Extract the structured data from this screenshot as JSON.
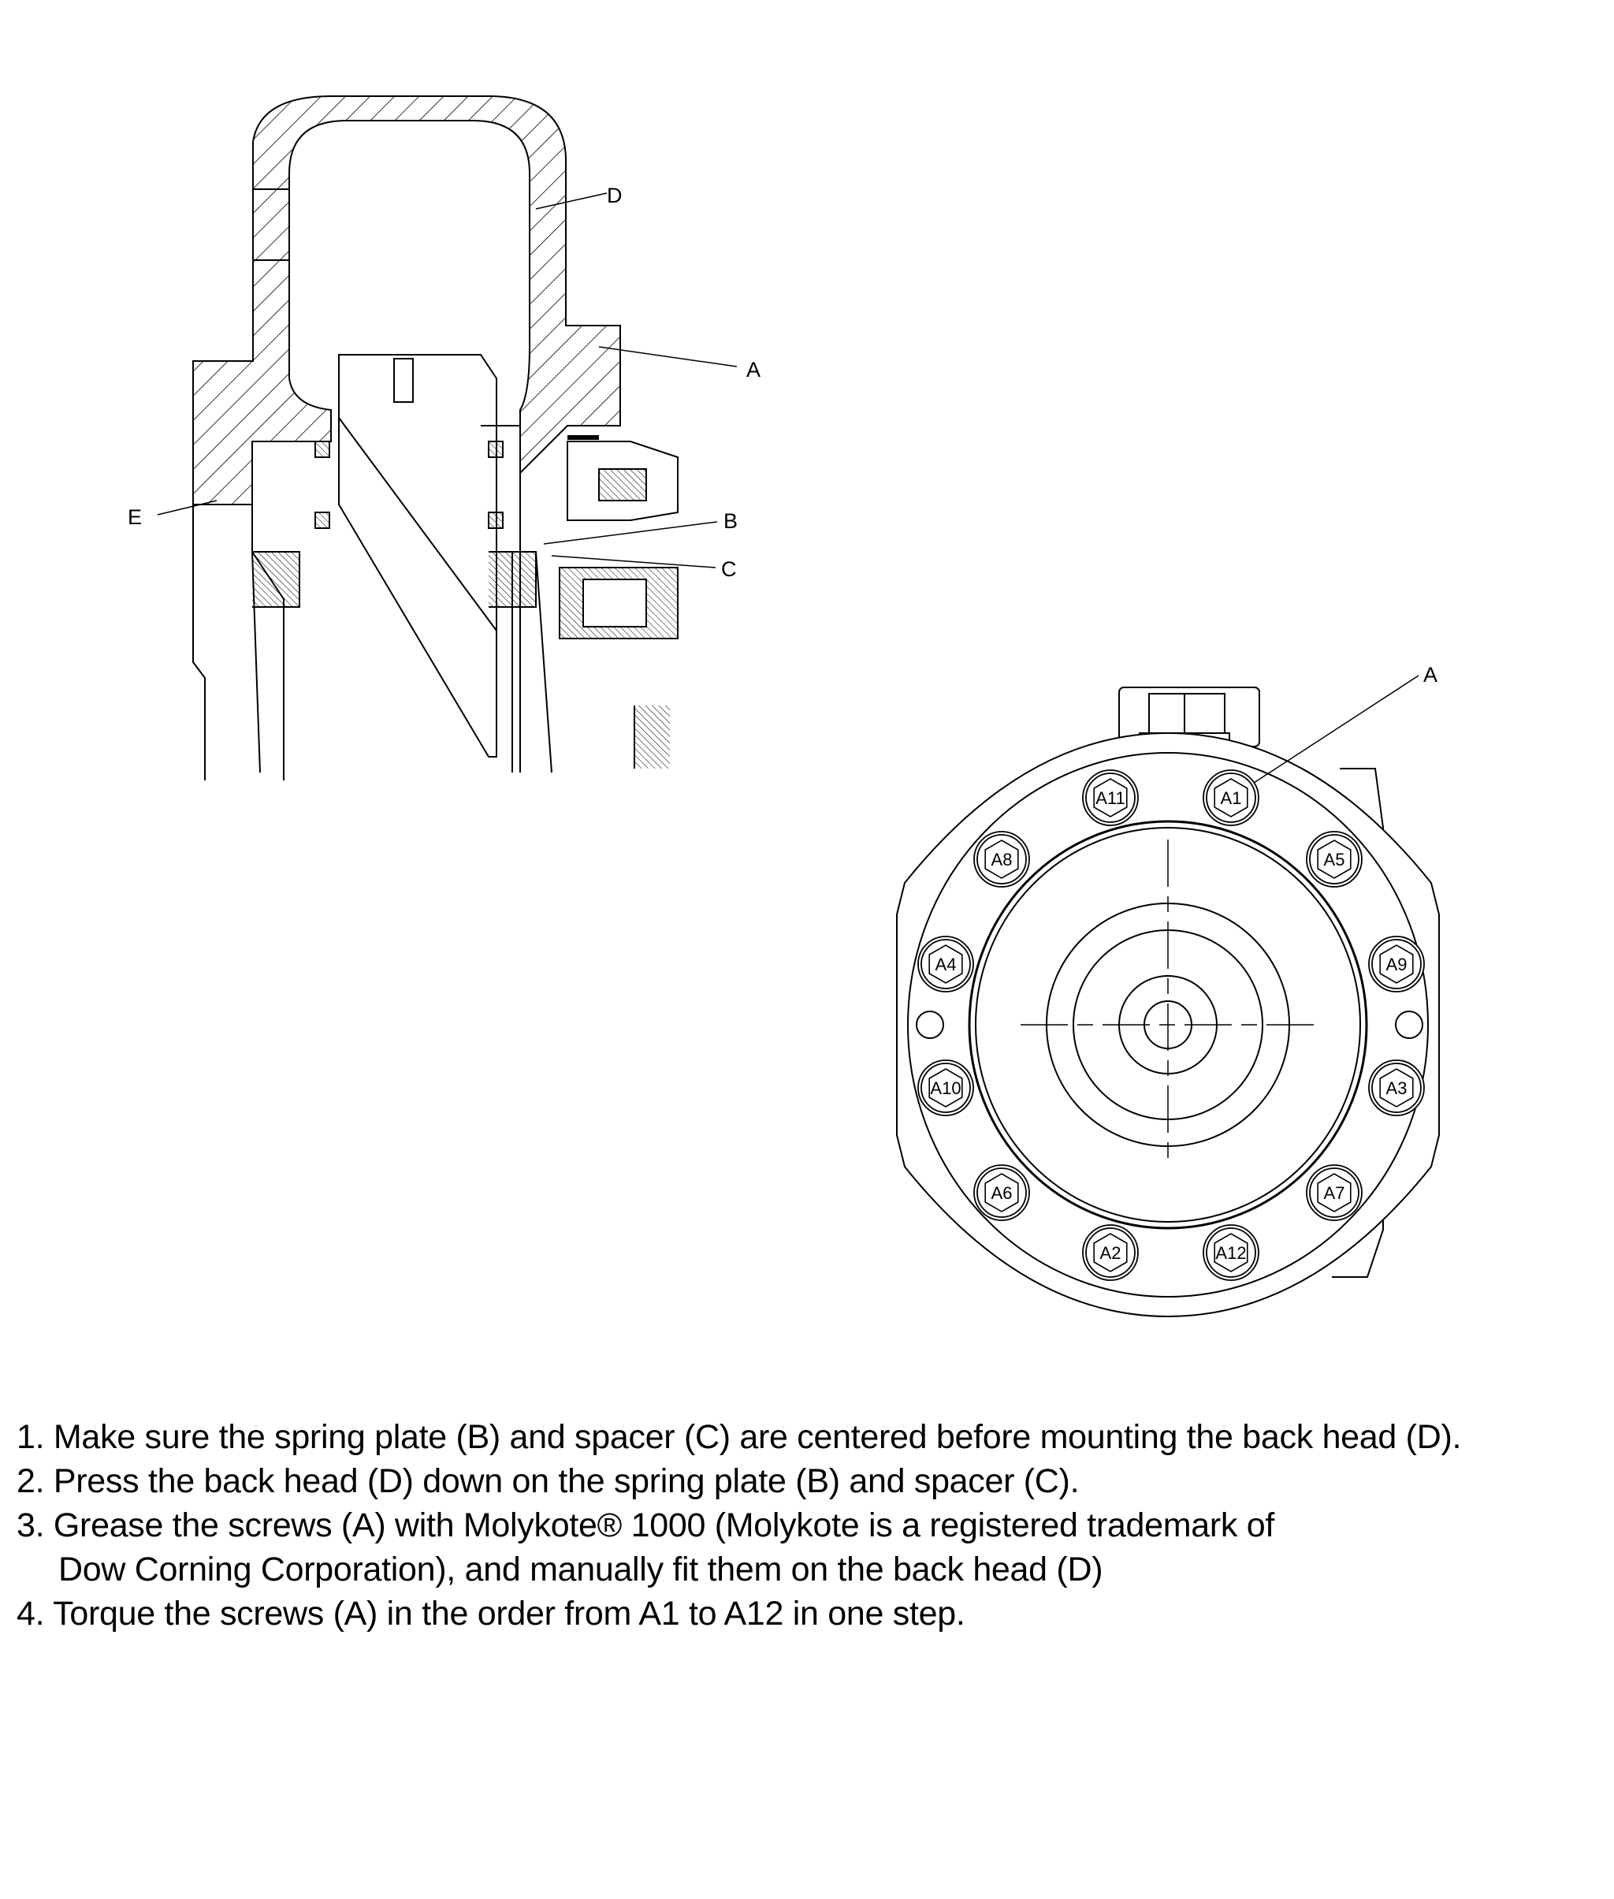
{
  "colors": {
    "line": "#000000",
    "background": "#ffffff"
  },
  "section_view": {
    "callouts": {
      "a": "A",
      "b": "B",
      "c": "C",
      "d": "D",
      "e": "E"
    }
  },
  "front_view": {
    "callout": "A",
    "bolts": [
      "A11",
      "A1",
      "A8",
      "A5",
      "A4",
      "A9",
      "A10",
      "A3",
      "A6",
      "A7",
      "A2",
      "A12"
    ]
  },
  "instructions": [
    "1. Make sure the spring plate (B) and spacer (C) are centered before mounting the back head (D).",
    "2. Press the back head (D) down on the spring plate (B) and spacer (C).",
    "3. Grease the screws (A) with Molykote® 1000 (Molykote is a registered trademark of",
    "Dow Corning Corporation), and manually fit them on the back head (D)",
    "4. Torque the screws (A) in the order from A1 to A12 in one step."
  ]
}
